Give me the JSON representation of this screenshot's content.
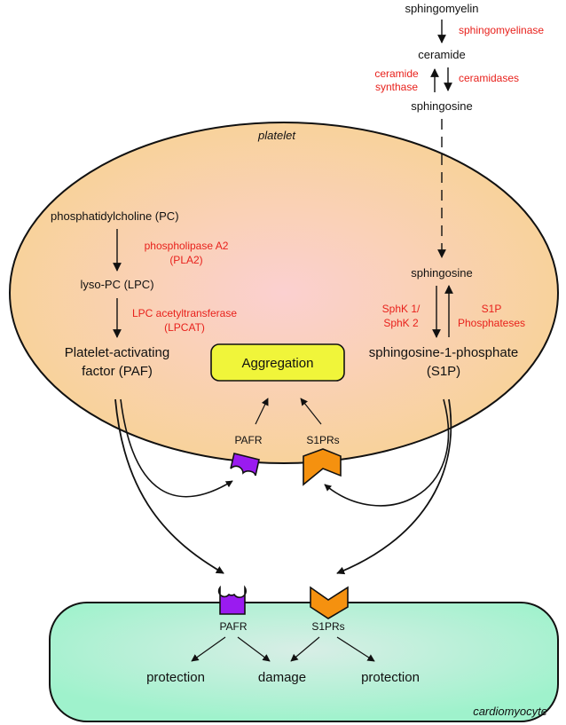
{
  "top": {
    "sphingomyelin": "sphingomyelin",
    "sphingomyelinase": "sphingomyelinase",
    "ceramide": "ceramide",
    "ceramide_synthase_line1": "ceramide",
    "ceramide_synthase_line2": "synthase",
    "ceramidases": "ceramidases",
    "sphingosine": "sphingosine"
  },
  "platelet": {
    "label": "platelet",
    "pc": "phosphatidylcholine (PC)",
    "pla2_line1": "phospholipase A2",
    "pla2_line2": "(PLA2)",
    "lpc": "lyso-PC (LPC)",
    "lpcat_line1": "LPC acetyltransferase",
    "lpcat_line2": "(LPCAT)",
    "paf_line1": "Platelet-activating",
    "paf_line2": "factor (PAF)",
    "aggregation": "Aggregation",
    "sphingosine": "sphingosine",
    "sphk_line1": "SphK 1/",
    "sphk_line2": "SphK 2",
    "s1p_phos_line1": "S1P",
    "s1p_phos_line2": "Phosphateses",
    "s1p_line1": "sphingosine-1-phosphate",
    "s1p_line2": "(S1P)",
    "pafr": "PAFR",
    "s1prs": "S1PRs"
  },
  "cardiomyocyte": {
    "label": "cardiomyocyte",
    "pafr": "PAFR",
    "s1prs": "S1PRs",
    "protection_left": "protection",
    "damage": "damage",
    "protection_right": "protection"
  },
  "colors": {
    "enzyme_red": "#e8211c",
    "platelet_fill_center": "#fbd0d0",
    "platelet_fill_edge": "#f8d296",
    "cardio_fill_center": "#d8eee6",
    "cardio_fill_edge": "#9ff2cc",
    "aggregation_fill": "#f0f53a",
    "pafr_purple": "#9a1bf0",
    "s1pr_orange": "#f5910f"
  }
}
